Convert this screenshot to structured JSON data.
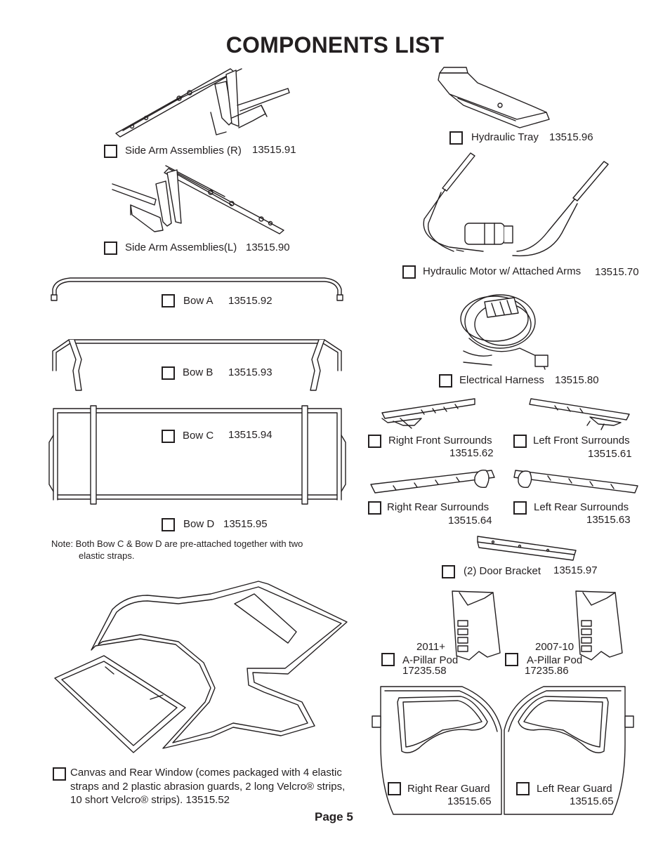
{
  "title": "COMPONENTS LIST",
  "items": {
    "side_arm_r": {
      "label": "Side Arm Assemblies (R)",
      "part": "13515.91"
    },
    "side_arm_l": {
      "label": "Side Arm Assemblies(L)",
      "part": "13515.90"
    },
    "bow_a": {
      "label": "Bow A",
      "part": "13515.92"
    },
    "bow_b": {
      "label": "Bow B",
      "part": "13515.93"
    },
    "bow_c": {
      "label": "Bow C",
      "part": "13515.94"
    },
    "bow_d": {
      "label": "Bow D",
      "part": "13515.95"
    },
    "hydraulic_tray": {
      "label": "Hydraulic Tray",
      "part": "13515.96"
    },
    "hydraulic_motor": {
      "label": "Hydraulic Motor w/ Attached Arms",
      "part": "13515.70"
    },
    "electrical_harness": {
      "label": "Electrical Harness",
      "part": "13515.80"
    },
    "right_front_surrounds": {
      "label": "Right Front Surrounds",
      "part": "13515.62"
    },
    "left_front_surrounds": {
      "label": "Left Front Surrounds",
      "part": "13515.61"
    },
    "right_rear_surrounds": {
      "label": "Right Rear Surrounds",
      "part": "13515.64"
    },
    "left_rear_surrounds": {
      "label": "Left Rear Surrounds",
      "part": "13515.63"
    },
    "door_bracket": {
      "label": "(2) Door Bracket",
      "part": "13515.97"
    },
    "a_pillar_2011": {
      "year": "2011+",
      "label": "A-Pillar Pod",
      "part": "17235.58"
    },
    "a_pillar_2007": {
      "year": "2007-10",
      "label": "A-Pillar Pod",
      "part": "17235.86"
    },
    "right_rear_guard": {
      "label": "Right Rear Guard",
      "part": "13515.65"
    },
    "left_rear_guard": {
      "label": "Left Rear Guard",
      "part": "13515.65"
    },
    "canvas": {
      "line1": "Canvas and Rear Window (comes packaged with 4 elastic",
      "line2": "straps and 2 plastic abrasion guards, 2 long Velcro® strips,",
      "line3": "10 short Velcro® strips).  13515.52"
    }
  },
  "note": {
    "line1": "Note: Both Bow C & Bow D are pre-attached together with two",
    "line2": "elastic straps."
  },
  "footer": {
    "page": "Page 5"
  }
}
